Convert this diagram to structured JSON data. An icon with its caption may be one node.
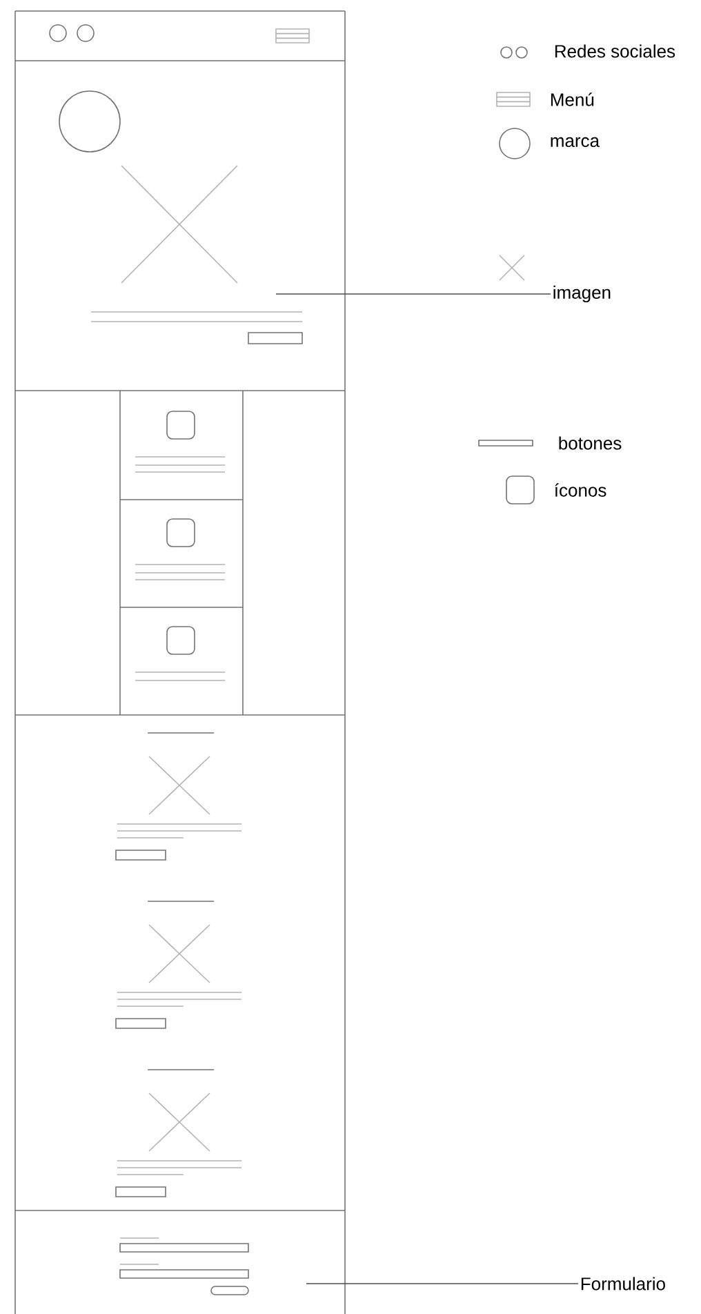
{
  "diagram": {
    "nodes": [
      {
        "text": [
          "imagen"
        ]
      },
      {
        "text": [
          "Formulario"
        ]
      }
    ],
    "edges": [
      {
        "from": 0,
        "to": null,
        "arrow": "none"
      },
      {
        "from": 1,
        "to": null,
        "arrow": "none"
      }
    ],
    "legend": [
      {
        "text": "Redes sociales"
      },
      {
        "text": "Menú"
      },
      {
        "text": "marca"
      },
      {
        "text": "botones"
      },
      {
        "text": "íconos"
      }
    ]
  }
}
